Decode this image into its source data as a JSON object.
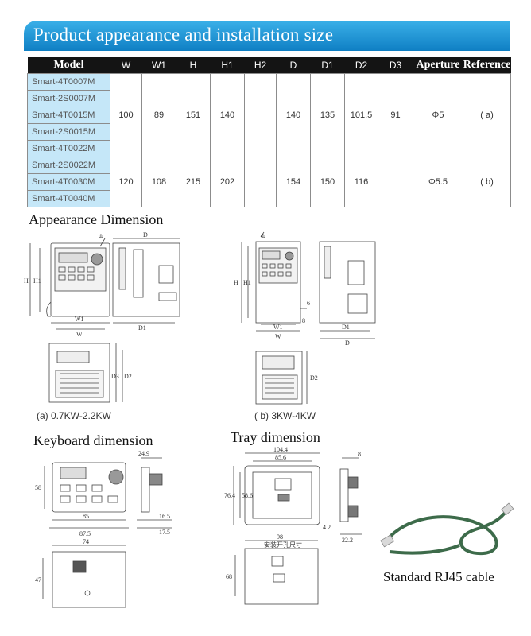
{
  "header": {
    "title": "Product appearance and installation size"
  },
  "table": {
    "columns": [
      "Model",
      "W",
      "W1",
      "H",
      "H1",
      "H2",
      "D",
      "D1",
      "D2",
      "D3",
      "Aperture",
      "Reference"
    ],
    "models": [
      "Smart-4T0007M",
      "Smart-2S0007M",
      "Smart-4T0015M",
      "Smart-2S0015M",
      "Smart-4T0022M",
      "Smart-2S0022M",
      "Smart-4T0030M",
      "Smart-4T0040M"
    ],
    "groups": [
      {
        "W": "100",
        "W1": "89",
        "H": "151",
        "H1": "140",
        "H2": "",
        "D": "140",
        "D1": "135",
        "D2": "101.5",
        "D3": "91",
        "Aperture": "Φ5",
        "Reference": "( a)"
      },
      {
        "W": "120",
        "W1": "108",
        "H": "215",
        "H1": "202",
        "H2": "",
        "D": "154",
        "D1": "150",
        "D2": "116",
        "D3": "",
        "Aperture": "Φ5.5",
        "Reference": "( b)"
      }
    ]
  },
  "sections": {
    "appearance": "Appearance Dimension",
    "keyboard": "Keyboard dimension",
    "tray": "Tray dimension",
    "cable": "Standard RJ45 cable"
  },
  "captions": {
    "a": "(a) 0.7KW-2.2KW",
    "b": "( b) 3KW-4KW"
  },
  "drawing_labels": {
    "phi": "Φ",
    "D": "D",
    "D1": "D1",
    "D2": "D2",
    "D3": "D3",
    "W": "W",
    "W1": "W1",
    "H": "H",
    "H1": "H1",
    "b_6": "6",
    "b_8": "8",
    "kb_24_9": "24.9",
    "kb_58": "58",
    "kb_85": "85",
    "kb_87_5": "87.5",
    "kb_16_5": "16.5",
    "kb_17_5": "17.5",
    "kb_74": "74",
    "kb_47": "47",
    "tr_104_4": "104.4",
    "tr_85_6": "85.6",
    "tr_76_4": "76.4",
    "tr_58_6": "58.6",
    "tr_8": "8",
    "tr_4_2": "4.2",
    "tr_22_2": "22.2",
    "tr_98": "98",
    "tr_68": "68",
    "tr_cut": "安装开孔尺寸"
  },
  "colors": {
    "banner_top": "#3ab0e8",
    "banner_bottom": "#0f7fc4",
    "header_bg": "#141414",
    "model_bg": "#c5e7f8",
    "cable": "#3d6b4a"
  }
}
